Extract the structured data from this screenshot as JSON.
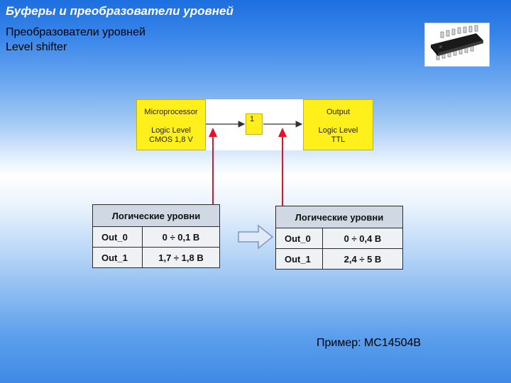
{
  "title": "Буферы и преобразователи уровней",
  "subtitle_ru": "Преобразователи уровней",
  "subtitle_en": "Level shifter",
  "diagram": {
    "left_box": [
      "Microprocessor",
      "",
      "Logic Level",
      "CMOS 1,8 V"
    ],
    "buffer_label": "1",
    "right_box": [
      "Output",
      "",
      "Logic Level",
      "TTL"
    ]
  },
  "table_left": {
    "header": "Логические уровни",
    "rows": [
      {
        "name": "Out_0",
        "value": "0 ÷ 0,1 В"
      },
      {
        "name": "Out_1",
        "value": "1,7 ÷ 1,8 В"
      }
    ]
  },
  "table_right": {
    "header": "Логические уровни",
    "rows": [
      {
        "name": "Out_0",
        "value": "0 ÷ 0,4 В"
      },
      {
        "name": "Out_1",
        "value": "2,4 ÷ 5 В"
      }
    ]
  },
  "example": "Пример: МС14504В",
  "colors": {
    "box_fill": "#ffef1a",
    "arrow_red": "#e8102a",
    "table_header": "#cfd8e3",
    "table_cell": "#eef2f5"
  },
  "icons": [
    "ic-chip-icon",
    "right-arrow-icon"
  ]
}
